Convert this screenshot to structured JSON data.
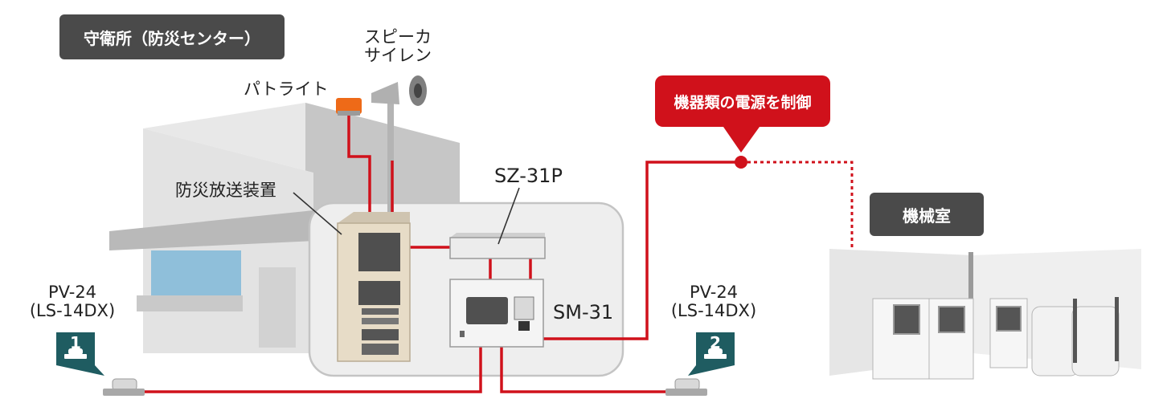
{
  "labels": {
    "guardhouse": "守衛所（防災センター）",
    "speaker_line1": "スピーカ",
    "speaker_line2": "サイレン",
    "patlite": "パトライト",
    "broadcast": "防災放送装置",
    "sz31p": "SZ-31P",
    "sm31": "SM-31",
    "pv24_left_line1": "PV-24",
    "pv24_left_line2": "(LS-14DX)",
    "pv24_right_line1": "PV-24",
    "pv24_right_line2": "(LS-14DX)",
    "badge_1": "1",
    "badge_2": "2",
    "power_control": "機器類の電源を制御",
    "machine_room": "機械室"
  },
  "colors": {
    "accent_red": "#d0111b",
    "dark_tag": "#4a4a4a",
    "badge_teal": "#1f5c61",
    "building_gray": "#dadada"
  }
}
